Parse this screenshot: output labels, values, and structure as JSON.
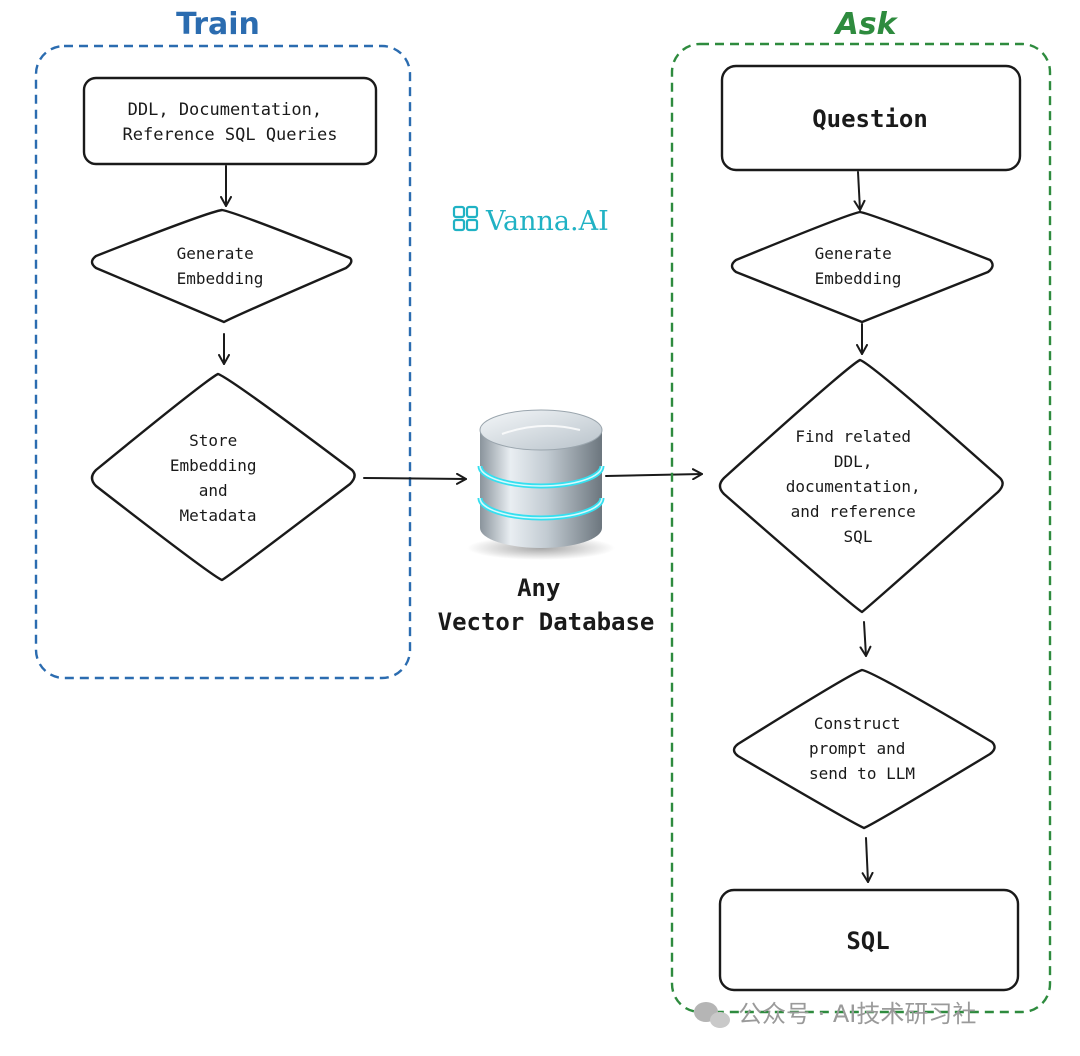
{
  "train": {
    "title": "Train",
    "box_line1": "DDL, Documentation,",
    "box_line2": "Reference SQL Queries",
    "gen_line1": "Generate",
    "gen_line2": "Embedding",
    "store_line1": "Store",
    "store_line2": "Embedding",
    "store_line3": "and",
    "store_line4": "Metadata"
  },
  "logo": {
    "text": "Vanna.AI"
  },
  "db": {
    "line1": "Any",
    "line2": "Vector Database"
  },
  "ask": {
    "title": "Ask",
    "question": "Question",
    "gen_line1": "Generate",
    "gen_line2": "Embedding",
    "find_line1": "Find related",
    "find_line2": "DDL,",
    "find_line3": "documentation,",
    "find_line4": "and reference",
    "find_line5": "SQL",
    "construct_line1": "Construct",
    "construct_line2": "prompt and",
    "construct_line3": "send to LLM",
    "sql": "SQL"
  },
  "watermark": {
    "text": "公众号 · AI技术研习社"
  },
  "colors": {
    "train_border": "#2b6cb0",
    "ask_border": "#2e8b3e",
    "logo": "#20b2c4",
    "db_glow": "#35e0f0"
  }
}
